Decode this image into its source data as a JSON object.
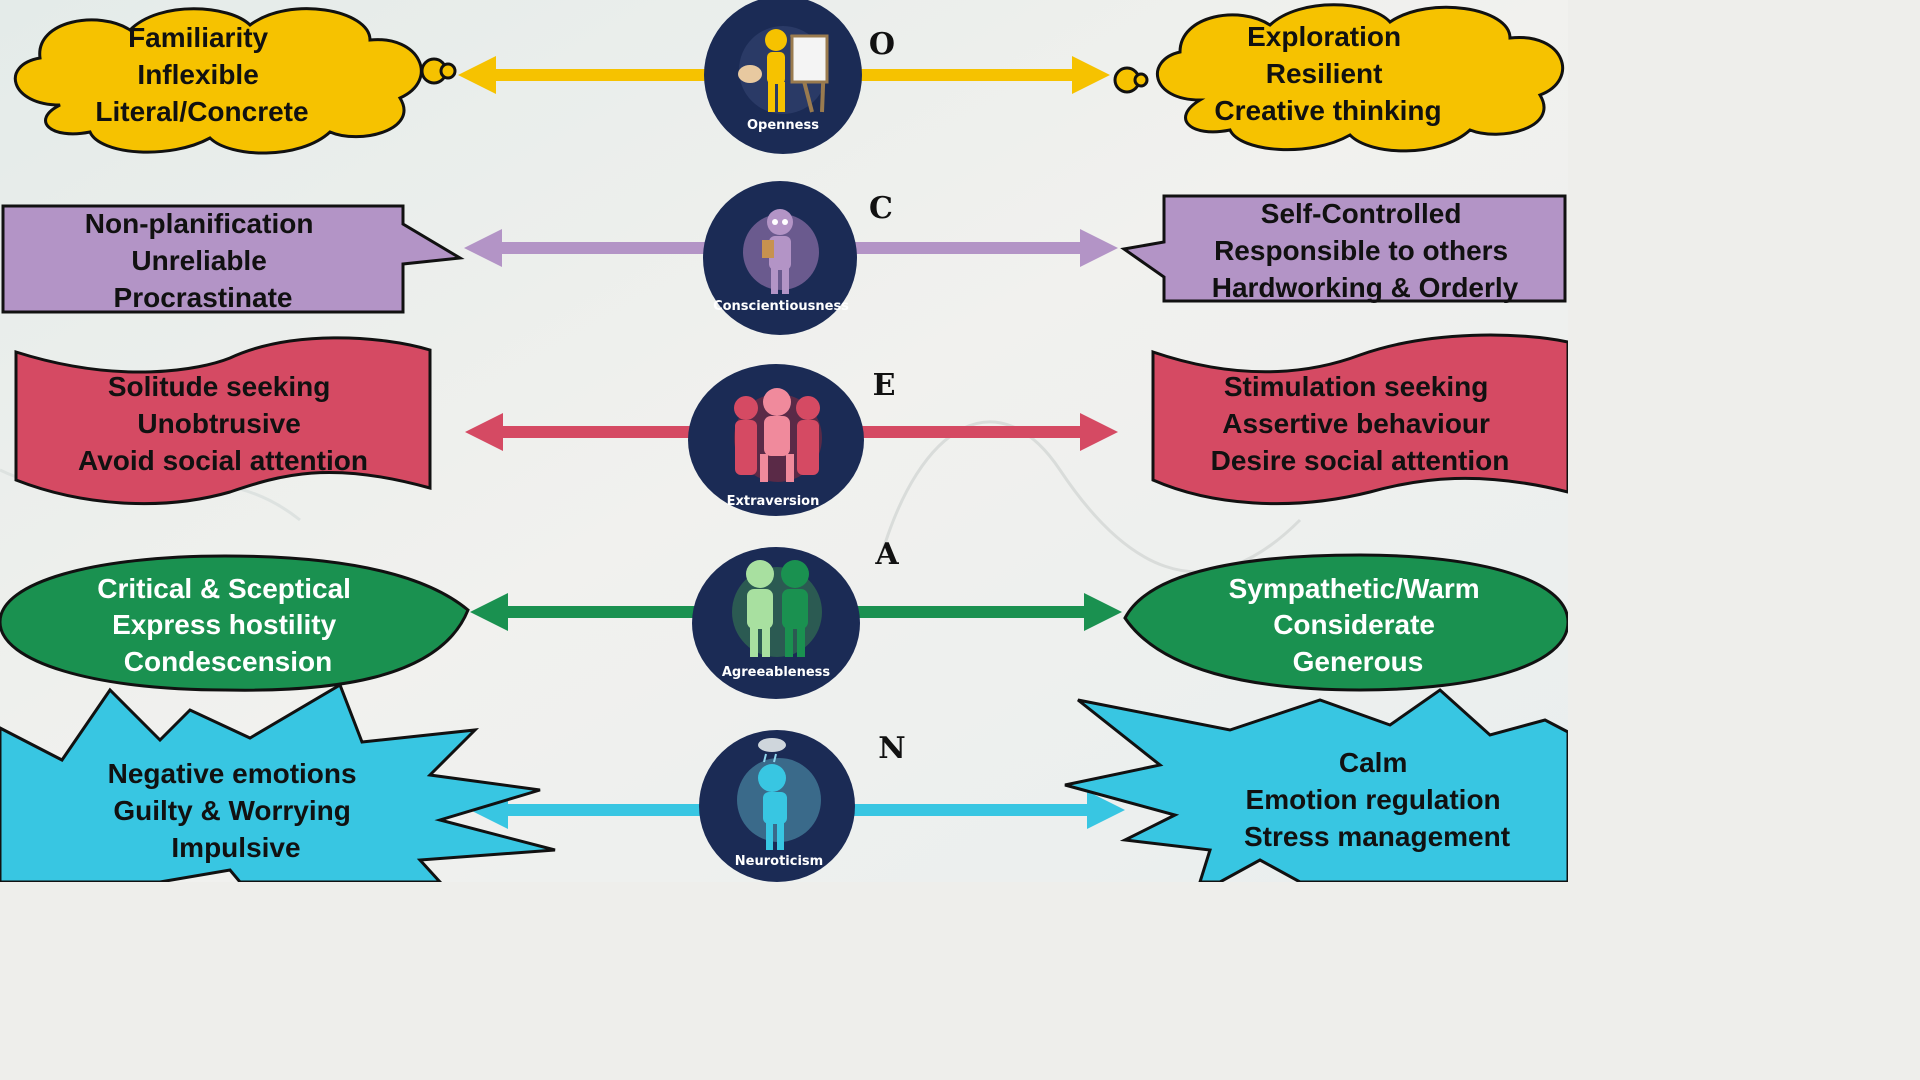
{
  "traits": [
    {
      "letter": "O",
      "name": "Openness",
      "color": "#f6c200",
      "left_lines": [
        "Familiarity",
        "Inflexible",
        "Literal/Concrete"
      ],
      "right_lines": [
        "Exploration",
        "Resilient",
        "Creative thinking"
      ],
      "text_color": "#111111",
      "icon": "painter-at-easel-icon"
    },
    {
      "letter": "C",
      "name": "Conscientiousness",
      "color": "#b394c6",
      "left_lines": [
        "Non-planification",
        "Unreliable",
        "Procrastinate"
      ],
      "right_lines": [
        "Self-Controlled",
        "Responsible to others",
        "Hardworking & Orderly"
      ],
      "text_color": "#111111",
      "icon": "person-with-clipboard-icon"
    },
    {
      "letter": "E",
      "name": "Extraversion",
      "color": "#d54a63",
      "left_lines": [
        "Solitude seeking",
        "Unobtrusive",
        "Avoid social attention"
      ],
      "right_lines": [
        "Stimulation seeking",
        "Assertive behaviour",
        "Desire social attention"
      ],
      "text_color": "#111111",
      "icon": "group-of-people-icon"
    },
    {
      "letter": "A",
      "name": "Agreeableness",
      "color": "#1a9150",
      "left_lines": [
        "Critical & Sceptical",
        "Express hostility",
        "Condescension"
      ],
      "right_lines": [
        "Sympathetic/Warm",
        "Considerate",
        "Generous"
      ],
      "text_color": "#ffffff",
      "icon": "two-friends-icon"
    },
    {
      "letter": "N",
      "name": "Neuroticism",
      "color": "#38c6e2",
      "left_lines": [
        "Negative emotions",
        "Guilty & Worrying",
        "Impulsive"
      ],
      "right_lines": [
        "Calm",
        "Emotion regulation",
        "Stress management"
      ],
      "text_color": "#111111",
      "icon": "sad-person-under-rain-cloud-icon"
    }
  ],
  "badge_color": "#1b2b55"
}
